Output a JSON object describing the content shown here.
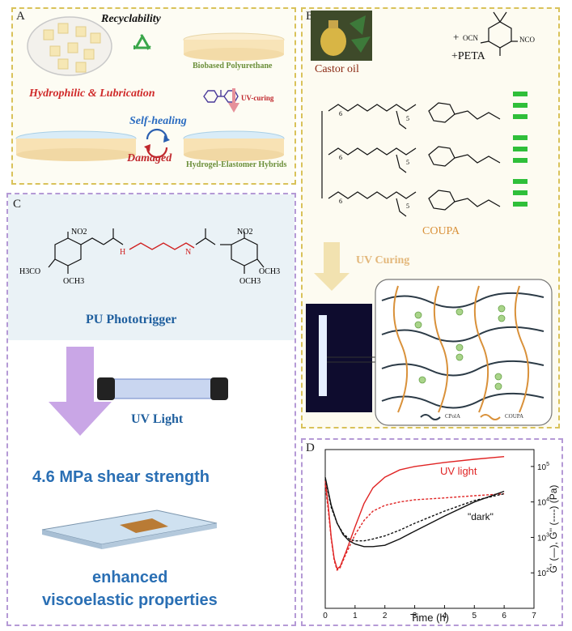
{
  "panelA": {
    "label": "A",
    "recyclability": "Recyclability",
    "biobased": "Biobased Polyurethane",
    "hydrophilic": "Hydrophilic & Lubrication",
    "uv_curing": "UV-curing",
    "self_healing": "Self-healing",
    "damaged": "Damaged",
    "hybrids": "Hydrogel-Elastomer Hybrids"
  },
  "panelB": {
    "label": "B",
    "castor_oil": "Castor oil",
    "ocn": "OCN",
    "nco": "NCO",
    "plus": "+",
    "peta": "+PETA",
    "coupa": "COUPA",
    "uv_curing": "UV Curing",
    "legend_cpola": "CPolA",
    "legend_coupa": "COUPA",
    "subscripts": [
      "6",
      "5",
      "6",
      "5",
      "6",
      "5"
    ]
  },
  "panelC": {
    "label": "C",
    "no2_left": "NO2",
    "no2_right": "NO2",
    "h3co_left": "H3CO",
    "och3_left": "OCH3",
    "och3_right1": "OCH3",
    "och3_right2": "OCH3",
    "nh": "H",
    "n": "N",
    "phototrigger": "PU Phototrigger",
    "uv_light": "UV Light",
    "shear": "4.6 MPa shear strength",
    "enhanced1": "enhanced",
    "enhanced2": "viscoelastic properties"
  },
  "panelD": {
    "label": "D"
  },
  "chart_data": {
    "type": "line",
    "xlabel": "Time (h)",
    "ylabel": "G' (—), G'' (----) (Pa)",
    "xlim": [
      0,
      7
    ],
    "ylim_log": [
      10,
      300000
    ],
    "y_scale": "log",
    "xticks": [
      "0",
      "1",
      "2",
      "3",
      "4",
      "5",
      "6",
      "7"
    ],
    "yticks": [
      {
        "base": "10",
        "exp": "2",
        "value": 100
      },
      {
        "base": "10",
        "exp": "3",
        "value": 1000
      },
      {
        "base": "10",
        "exp": "4",
        "value": 10000
      },
      {
        "base": "10",
        "exp": "5",
        "value": 100000
      }
    ],
    "annotations": [
      "UV light",
      "\"dark\""
    ],
    "series": [
      {
        "name": "UV light",
        "kind": "G'",
        "color": "#e02424",
        "dash": false,
        "x": [
          0.0,
          0.1,
          0.2,
          0.3,
          0.4,
          0.5,
          0.7,
          1.0,
          1.3,
          1.6,
          2.0,
          2.5,
          3.0,
          4.0,
          5.0,
          6.0
        ],
        "y": [
          40000,
          8000,
          1000,
          250,
          130,
          150,
          400,
          2000,
          9000,
          25000,
          50000,
          80000,
          100000,
          130000,
          160000,
          190000
        ]
      },
      {
        "name": "UV light",
        "kind": "G''",
        "color": "#e02424",
        "dash": true,
        "x": [
          0.0,
          0.1,
          0.2,
          0.3,
          0.4,
          0.5,
          0.7,
          1.0,
          1.3,
          1.6,
          2.0,
          2.5,
          3.0,
          4.0,
          5.0,
          6.0
        ],
        "y": [
          30000,
          6000,
          900,
          220,
          120,
          140,
          350,
          1200,
          3000,
          5500,
          8000,
          10000,
          11500,
          13000,
          15000,
          17000
        ]
      },
      {
        "name": "\"dark\"",
        "kind": "G'",
        "color": "#111111",
        "dash": false,
        "x": [
          0.0,
          0.1,
          0.2,
          0.4,
          0.6,
          0.8,
          1.0,
          1.3,
          1.6,
          2.0,
          2.5,
          3.0,
          4.0,
          5.0,
          6.0
        ],
        "y": [
          50000,
          20000,
          8000,
          2500,
          1200,
          800,
          650,
          550,
          550,
          600,
          900,
          1500,
          4000,
          10000,
          20000
        ]
      },
      {
        "name": "\"dark\"",
        "kind": "G''",
        "color": "#111111",
        "dash": true,
        "x": [
          0.0,
          0.1,
          0.2,
          0.4,
          0.6,
          0.8,
          1.0,
          1.3,
          1.6,
          2.0,
          2.5,
          3.0,
          4.0,
          5.0,
          6.0
        ],
        "y": [
          45000,
          18000,
          7000,
          2500,
          1300,
          900,
          800,
          800,
          900,
          1100,
          1600,
          2500,
          5500,
          11000,
          17000
        ]
      }
    ]
  }
}
